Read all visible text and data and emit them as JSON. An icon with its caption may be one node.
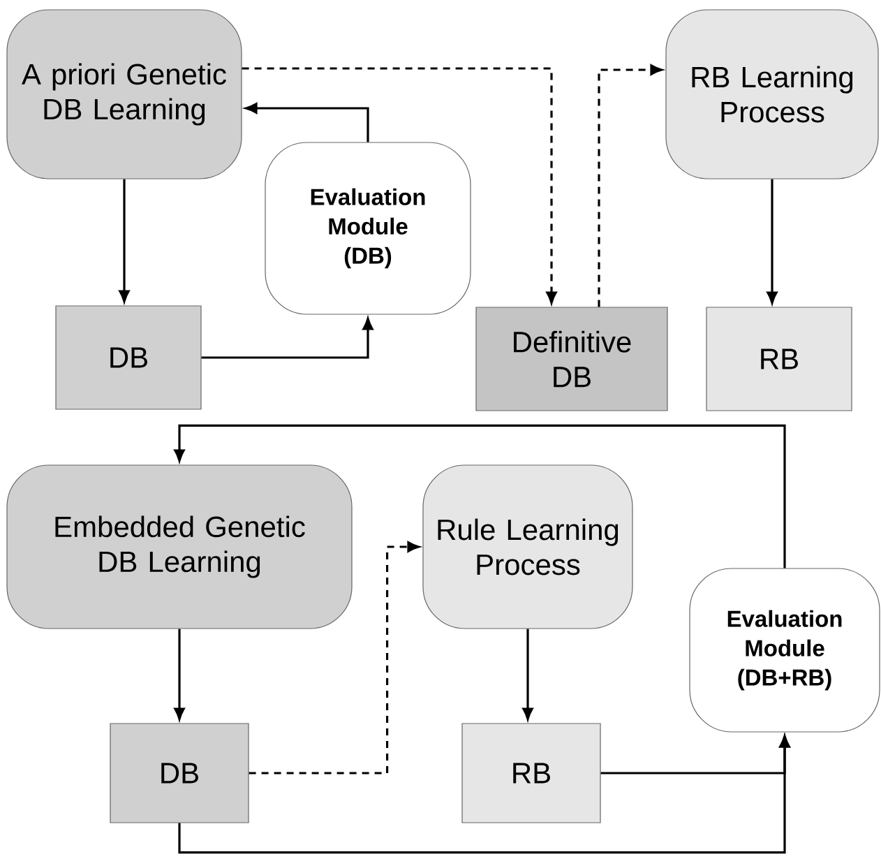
{
  "diagram": {
    "nodes": [
      {
        "text": [
          "A priori Genetic DB Learning"
        ]
      },
      {
        "text": [
          "RB Learning Process"
        ]
      },
      {
        "text": [
          "Evaluation Module (DB)"
        ]
      },
      {
        "text": [
          "DB"
        ]
      },
      {
        "text": [
          "Definitive DB"
        ]
      },
      {
        "text": [
          "RB"
        ]
      },
      {
        "text": [
          "Embedded Genetic DB Learning"
        ]
      },
      {
        "text": [
          "Rule Learning Process"
        ]
      },
      {
        "text": [
          "Evaluation Module (DB+RB)"
        ]
      },
      {
        "text": [
          "DB"
        ]
      },
      {
        "text": [
          "RB"
        ]
      }
    ],
    "edges": [
      {
        "from": 0,
        "to": 3,
        "arrow": "to"
      },
      {
        "from": 2,
        "to": 0,
        "arrow": "to"
      },
      {
        "from": 3,
        "to": 2,
        "arrow": "to"
      },
      {
        "from": 0,
        "to": 4,
        "arrow": "to",
        "style": "dashed"
      },
      {
        "from": 4,
        "to": 1,
        "arrow": "to",
        "style": "dashed"
      },
      {
        "from": 1,
        "to": 5,
        "arrow": "to"
      },
      {
        "from": 6,
        "to": 9,
        "arrow": "to"
      },
      {
        "from": 9,
        "to": 7,
        "arrow": "to",
        "style": "dashed"
      },
      {
        "from": 7,
        "to": 10,
        "arrow": "to"
      },
      {
        "from": 10,
        "to": 8,
        "arrow": "to"
      },
      {
        "from": 9,
        "to": 8,
        "arrow": "to"
      },
      {
        "from": 8,
        "to": 6,
        "arrow": "to"
      }
    ]
  }
}
